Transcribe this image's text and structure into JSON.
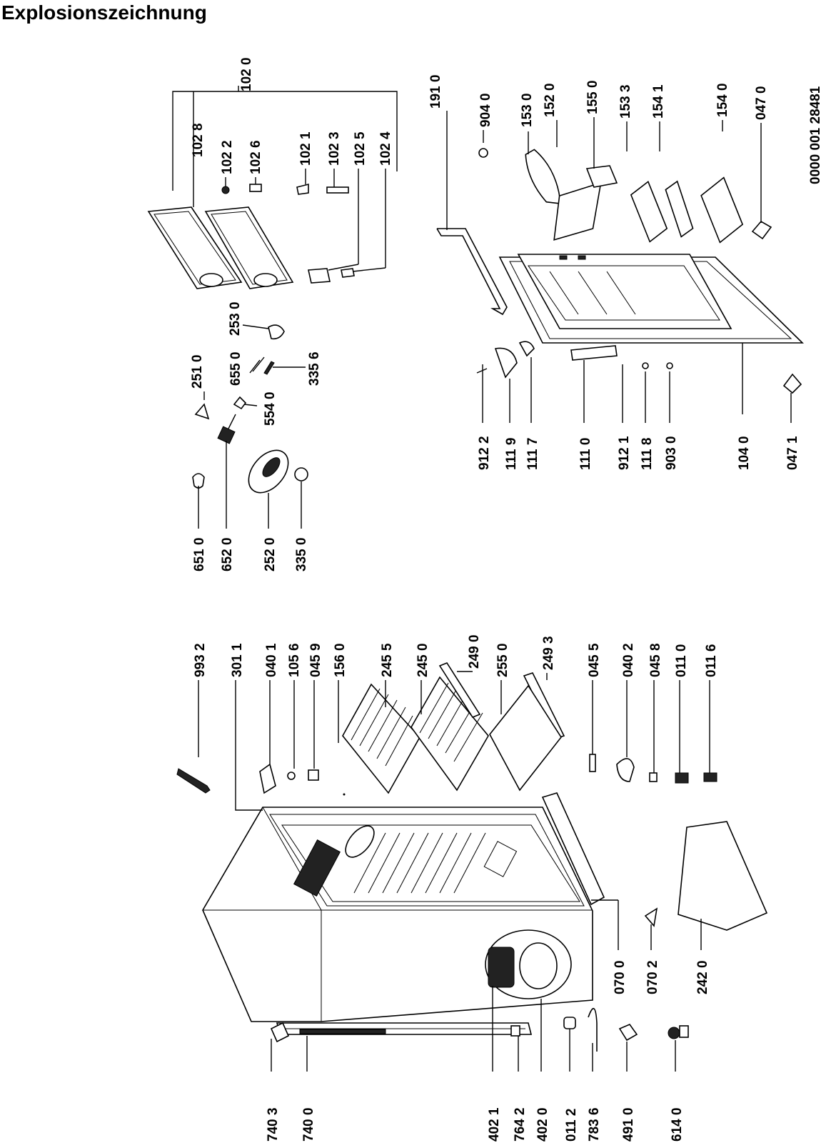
{
  "title": "Explosionszeichnung",
  "doc_number": "0000 001 28481",
  "labels": {
    "l1028": "102 8",
    "l1022": "102 2",
    "l1026": "102 6",
    "l1021": "102 1",
    "l1023": "102 3",
    "l1025": "102 5",
    "l1024": "102 4",
    "l1020": "102 0",
    "l2530": "253 0",
    "l2510": "251 0",
    "l6550": "655 0",
    "l3356": "335 6",
    "l5540": "554 0",
    "l6510": "651 0",
    "l6520": "652 0",
    "l2520": "252 0",
    "l3350": "335 0",
    "l1910": "191 0",
    "l9040": "904 0",
    "l1530": "153 0",
    "l1520": "152 0",
    "l1550": "155 0",
    "l1533": "153 3",
    "l1541": "154 1",
    "l1540": "154 0",
    "l0470": "047 0",
    "l0471": "047 1",
    "l9122": "912 2",
    "l1119": "111 9",
    "l1117": "111 7",
    "l1110": "111 0",
    "l9121": "912 1",
    "l1118": "111 8",
    "l9030": "903 0",
    "l1040": "104 0",
    "l9932": "993 2",
    "l3011": "301 1",
    "l0401": "040 1",
    "l1056": "105 6",
    "l0459": "045 9",
    "l1560": "156 0",
    "l2455": "245 5",
    "l2450": "245 0",
    "l2490": "249 0",
    "l2550": "255 0",
    "l2493": "249 3",
    "l0455": "045 5",
    "l0402": "040 2",
    "l0458": "045 8",
    "l0110": "011 0",
    "l0116": "011 6",
    "l0700": "070 0",
    "l0702": "070 2",
    "l2420": "242 0",
    "l7403": "740 3",
    "l7400": "740 0",
    "l4021": "402 1",
    "l7642": "764 2",
    "l4020": "402 0",
    "l0112": "011 2",
    "l7836": "783 6",
    "l4910": "491 0",
    "l6140": "614 0"
  }
}
